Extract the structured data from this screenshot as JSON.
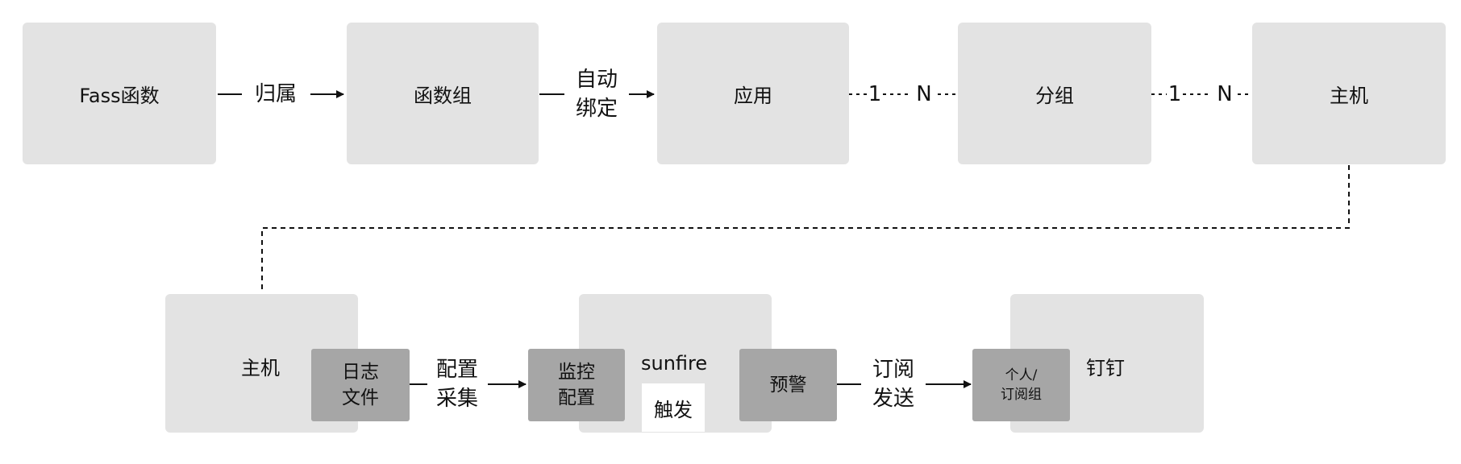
{
  "top_row": {
    "fass": "Fass函数",
    "rel_belongs": "归属",
    "func_group": "函数组",
    "rel_auto_bind_1": "自动",
    "rel_auto_bind_2": "绑定",
    "app": "应用",
    "app_group_one": "1",
    "app_group_many": "N",
    "group": "分组",
    "group_host_one": "1",
    "group_host_many": "N",
    "host": "主机"
  },
  "bottom_row": {
    "host": "主机",
    "log_file_1": "日志",
    "log_file_2": "文件",
    "rel_config_collect_1": "配置",
    "rel_config_collect_2": "采集",
    "sunfire": "sunfire",
    "monitor_config_1": "监控",
    "monitor_config_2": "配置",
    "rel_trigger": "触发",
    "alert": "预警",
    "rel_subscribe_send_1": "订阅",
    "rel_subscribe_send_2": "发送",
    "dingtalk": "钉钉",
    "personal_group_1": "个人/",
    "personal_group_2": "订阅组"
  }
}
